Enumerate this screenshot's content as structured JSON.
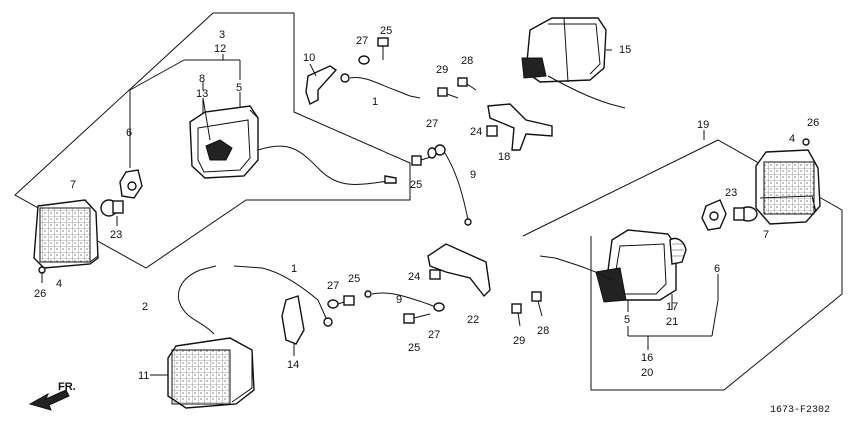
{
  "diagram": {
    "code": "1673-F2302",
    "direction_label": "FR.",
    "callouts": [
      {
        "id": "c3",
        "text": "3"
      },
      {
        "id": "c12",
        "text": "12"
      },
      {
        "id": "c8",
        "text": "8"
      },
      {
        "id": "c5a",
        "text": "5"
      },
      {
        "id": "c13",
        "text": "13"
      },
      {
        "id": "c6a",
        "text": "6"
      },
      {
        "id": "c7a",
        "text": "7"
      },
      {
        "id": "c23a",
        "text": "23"
      },
      {
        "id": "c4a",
        "text": "4"
      },
      {
        "id": "c26a",
        "text": "26"
      },
      {
        "id": "c2",
        "text": "2"
      },
      {
        "id": "c10",
        "text": "10"
      },
      {
        "id": "c27a",
        "text": "27"
      },
      {
        "id": "c25a",
        "text": "25"
      },
      {
        "id": "c1a",
        "text": "1"
      },
      {
        "id": "c27b",
        "text": "27"
      },
      {
        "id": "c25b",
        "text": "25"
      },
      {
        "id": "c9a",
        "text": "9"
      },
      {
        "id": "c29a",
        "text": "29"
      },
      {
        "id": "c28a",
        "text": "28"
      },
      {
        "id": "c24a",
        "text": "24"
      },
      {
        "id": "c18",
        "text": "18"
      },
      {
        "id": "c15",
        "text": "15"
      },
      {
        "id": "c19",
        "text": "19"
      },
      {
        "id": "c4b",
        "text": "4"
      },
      {
        "id": "c26b",
        "text": "26"
      },
      {
        "id": "c23b",
        "text": "23"
      },
      {
        "id": "c7b",
        "text": "7"
      },
      {
        "id": "c6b",
        "text": "6"
      },
      {
        "id": "c17",
        "text": "17"
      },
      {
        "id": "c5b",
        "text": "5"
      },
      {
        "id": "c21",
        "text": "21"
      },
      {
        "id": "c16",
        "text": "16"
      },
      {
        "id": "c20",
        "text": "20"
      },
      {
        "id": "c28b",
        "text": "28"
      },
      {
        "id": "c29b",
        "text": "29"
      },
      {
        "id": "c1b",
        "text": "1"
      },
      {
        "id": "c27c",
        "text": "27"
      },
      {
        "id": "c25c",
        "text": "25"
      },
      {
        "id": "c9b",
        "text": "9"
      },
      {
        "id": "c24b",
        "text": "24"
      },
      {
        "id": "c22",
        "text": "22"
      },
      {
        "id": "c27d",
        "text": "27"
      },
      {
        "id": "c25d",
        "text": "25"
      },
      {
        "id": "c14",
        "text": "14"
      },
      {
        "id": "c11",
        "text": "11"
      }
    ]
  }
}
